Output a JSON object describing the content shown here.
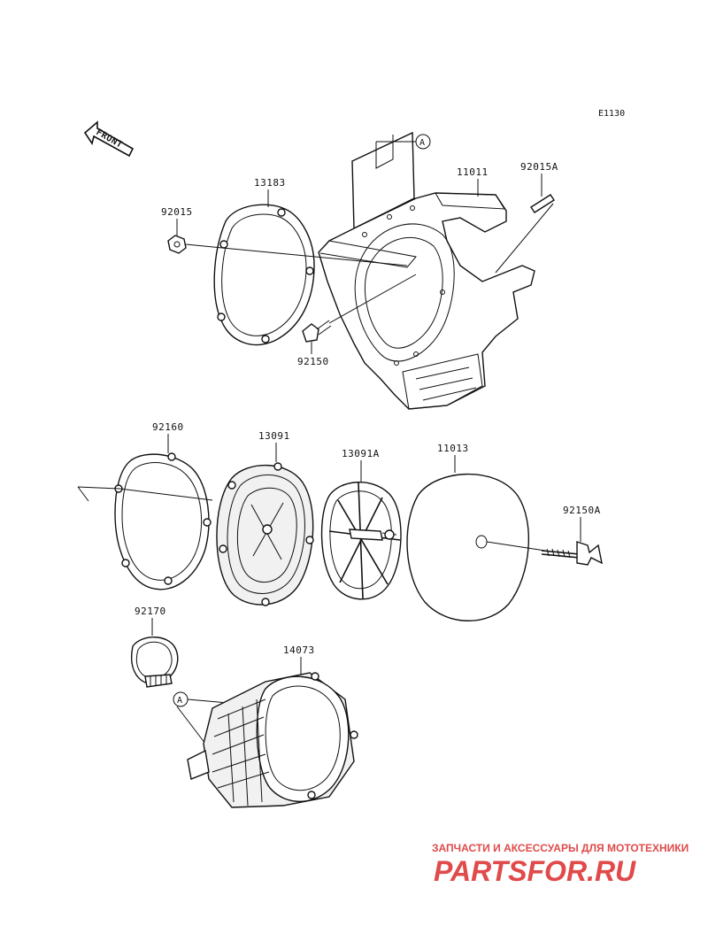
{
  "diagram_code": "E1130",
  "front_label": "FRONT",
  "reference_marker": "A",
  "parts": {
    "p13183": "13183",
    "p92015": "92015",
    "p92150": "92150",
    "p11011": "11011",
    "p92015A": "92015A",
    "p92160": "92160",
    "p13091": "13091",
    "p13091A": "13091A",
    "p11013": "11013",
    "p92150A": "92150A",
    "p92170": "92170",
    "p14073": "14073"
  },
  "watermark": {
    "tagline": "ЗАПЧАСТИ И АКСЕССУАРЫ ДЛЯ МОТОТЕХНИКИ",
    "brand": "PARTSFOR.RU",
    "color": "#e04a4a"
  }
}
